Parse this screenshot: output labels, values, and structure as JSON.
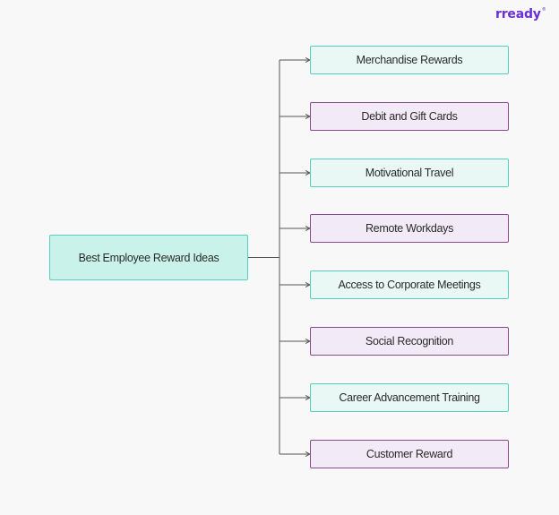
{
  "logo": {
    "text": "rready",
    "mark": "®"
  },
  "root": {
    "label": "Best Employee Reward Ideas"
  },
  "children": [
    {
      "label": "Merchandise Rewards",
      "color": "teal"
    },
    {
      "label": "Debit and Gift Cards",
      "color": "purple"
    },
    {
      "label": "Motivational Travel",
      "color": "teal"
    },
    {
      "label": "Remote Workdays",
      "color": "purple"
    },
    {
      "label": "Access to Corporate Meetings",
      "color": "teal"
    },
    {
      "label": "Social Recognition",
      "color": "purple"
    },
    {
      "label": "Career Advancement Training",
      "color": "teal"
    },
    {
      "label": "Customer Reward",
      "color": "purple"
    }
  ],
  "colors": {
    "teal_fill": "#e9f8f5",
    "teal_border": "#53d1bf",
    "purple_fill": "#f2ebf7",
    "purple_border": "#8a4a8e",
    "root_fill": "#c9f3ea",
    "connector": "#555555",
    "logo": "#6a2fd6"
  }
}
